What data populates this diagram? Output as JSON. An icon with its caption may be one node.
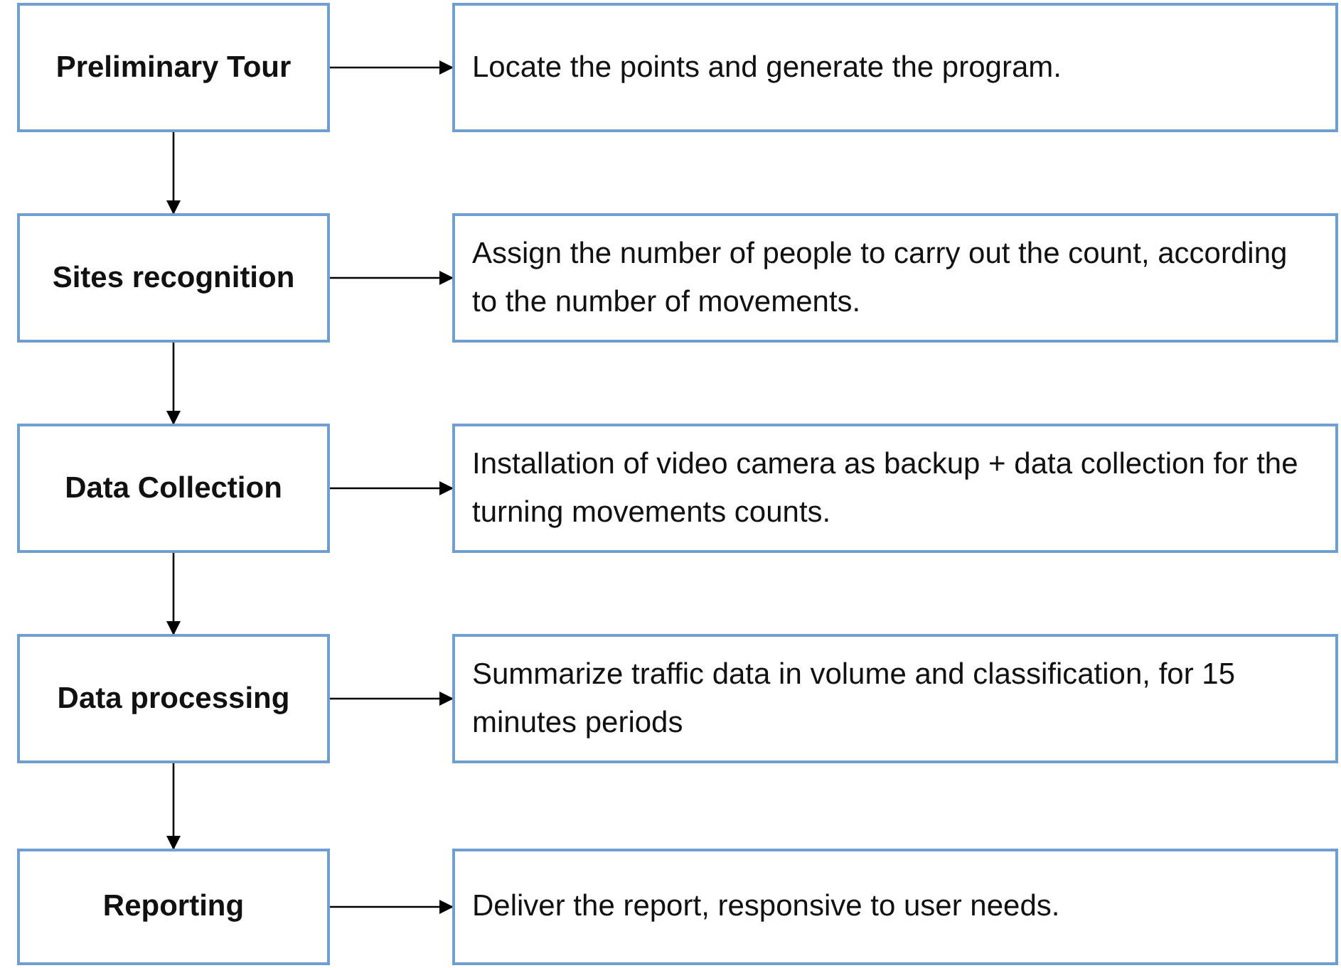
{
  "diagram": {
    "nodes": [
      {
        "text": [
          "Preliminary Tour"
        ]
      },
      {
        "text": [
          "Locate the points and generate the program."
        ]
      },
      {
        "text": [
          "Sites recognition"
        ]
      },
      {
        "text": [
          "Assign the number of people to carry out the count, according to the number of movements."
        ]
      },
      {
        "text": [
          "Data Collection"
        ]
      },
      {
        "text": [
          "Installation of video camera as backup + data collection for the turning movements counts."
        ]
      },
      {
        "text": [
          "Data processing"
        ]
      },
      {
        "text": [
          "Summarize traffic data in volume and classification, for 15 minutes periods"
        ]
      },
      {
        "text": [
          "Reporting"
        ]
      },
      {
        "text": [
          "Deliver the report, responsive to user needs."
        ]
      }
    ],
    "edges": [
      {
        "from": 0,
        "to": 1,
        "arrow": "to"
      },
      {
        "from": 0,
        "to": 2,
        "arrow": "to"
      },
      {
        "from": 2,
        "to": 3,
        "arrow": "to"
      },
      {
        "from": 2,
        "to": 4,
        "arrow": "to"
      },
      {
        "from": 4,
        "to": 5,
        "arrow": "to"
      },
      {
        "from": 4,
        "to": 6,
        "arrow": "to"
      },
      {
        "from": 6,
        "to": 7,
        "arrow": "to"
      },
      {
        "from": 6,
        "to": 8,
        "arrow": "to"
      },
      {
        "from": 8,
        "to": 9,
        "arrow": "to"
      }
    ]
  }
}
